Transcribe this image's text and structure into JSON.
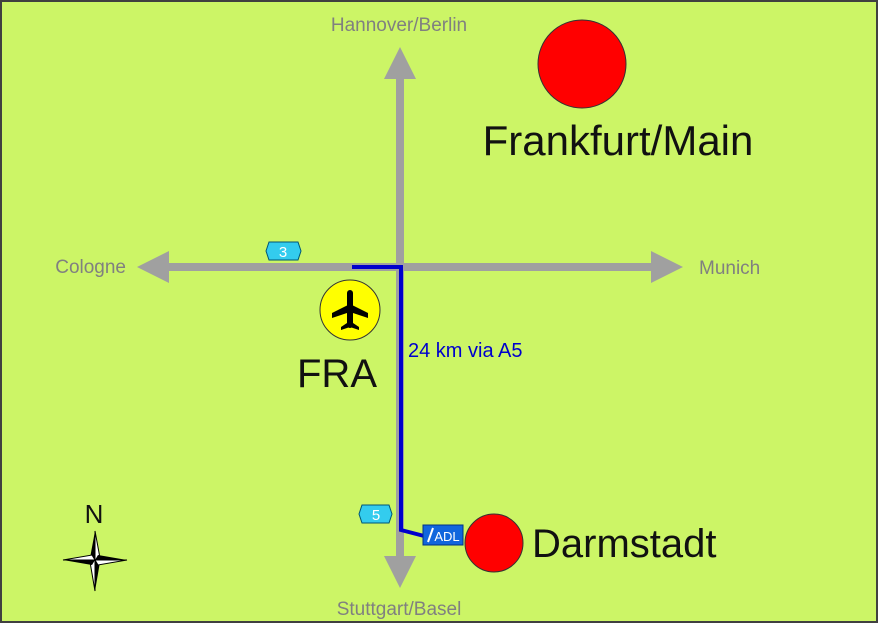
{
  "colors": {
    "background": "#ccf566",
    "border": "#404040",
    "city": "#ff0000",
    "airport": "#ffff00",
    "route": "#0000cc",
    "arrow": "#a0a0a0",
    "shield": "#33ccee",
    "direction_text": "#808080"
  },
  "directions": {
    "north": "Hannover/Berlin",
    "south": "Stuttgart/Basel",
    "west": "Cologne",
    "east": "Munich"
  },
  "cities": {
    "frankfurt": "Frankfurt/Main",
    "darmstadt": "Darmstadt"
  },
  "airport": {
    "code": "FRA",
    "icon": "airplane-icon"
  },
  "route": {
    "label": "24 km via A5"
  },
  "shields": {
    "a3": "3",
    "a5": "5",
    "exit": "ADL"
  },
  "compass": {
    "label": "N",
    "icon": "compass-rose-icon"
  }
}
